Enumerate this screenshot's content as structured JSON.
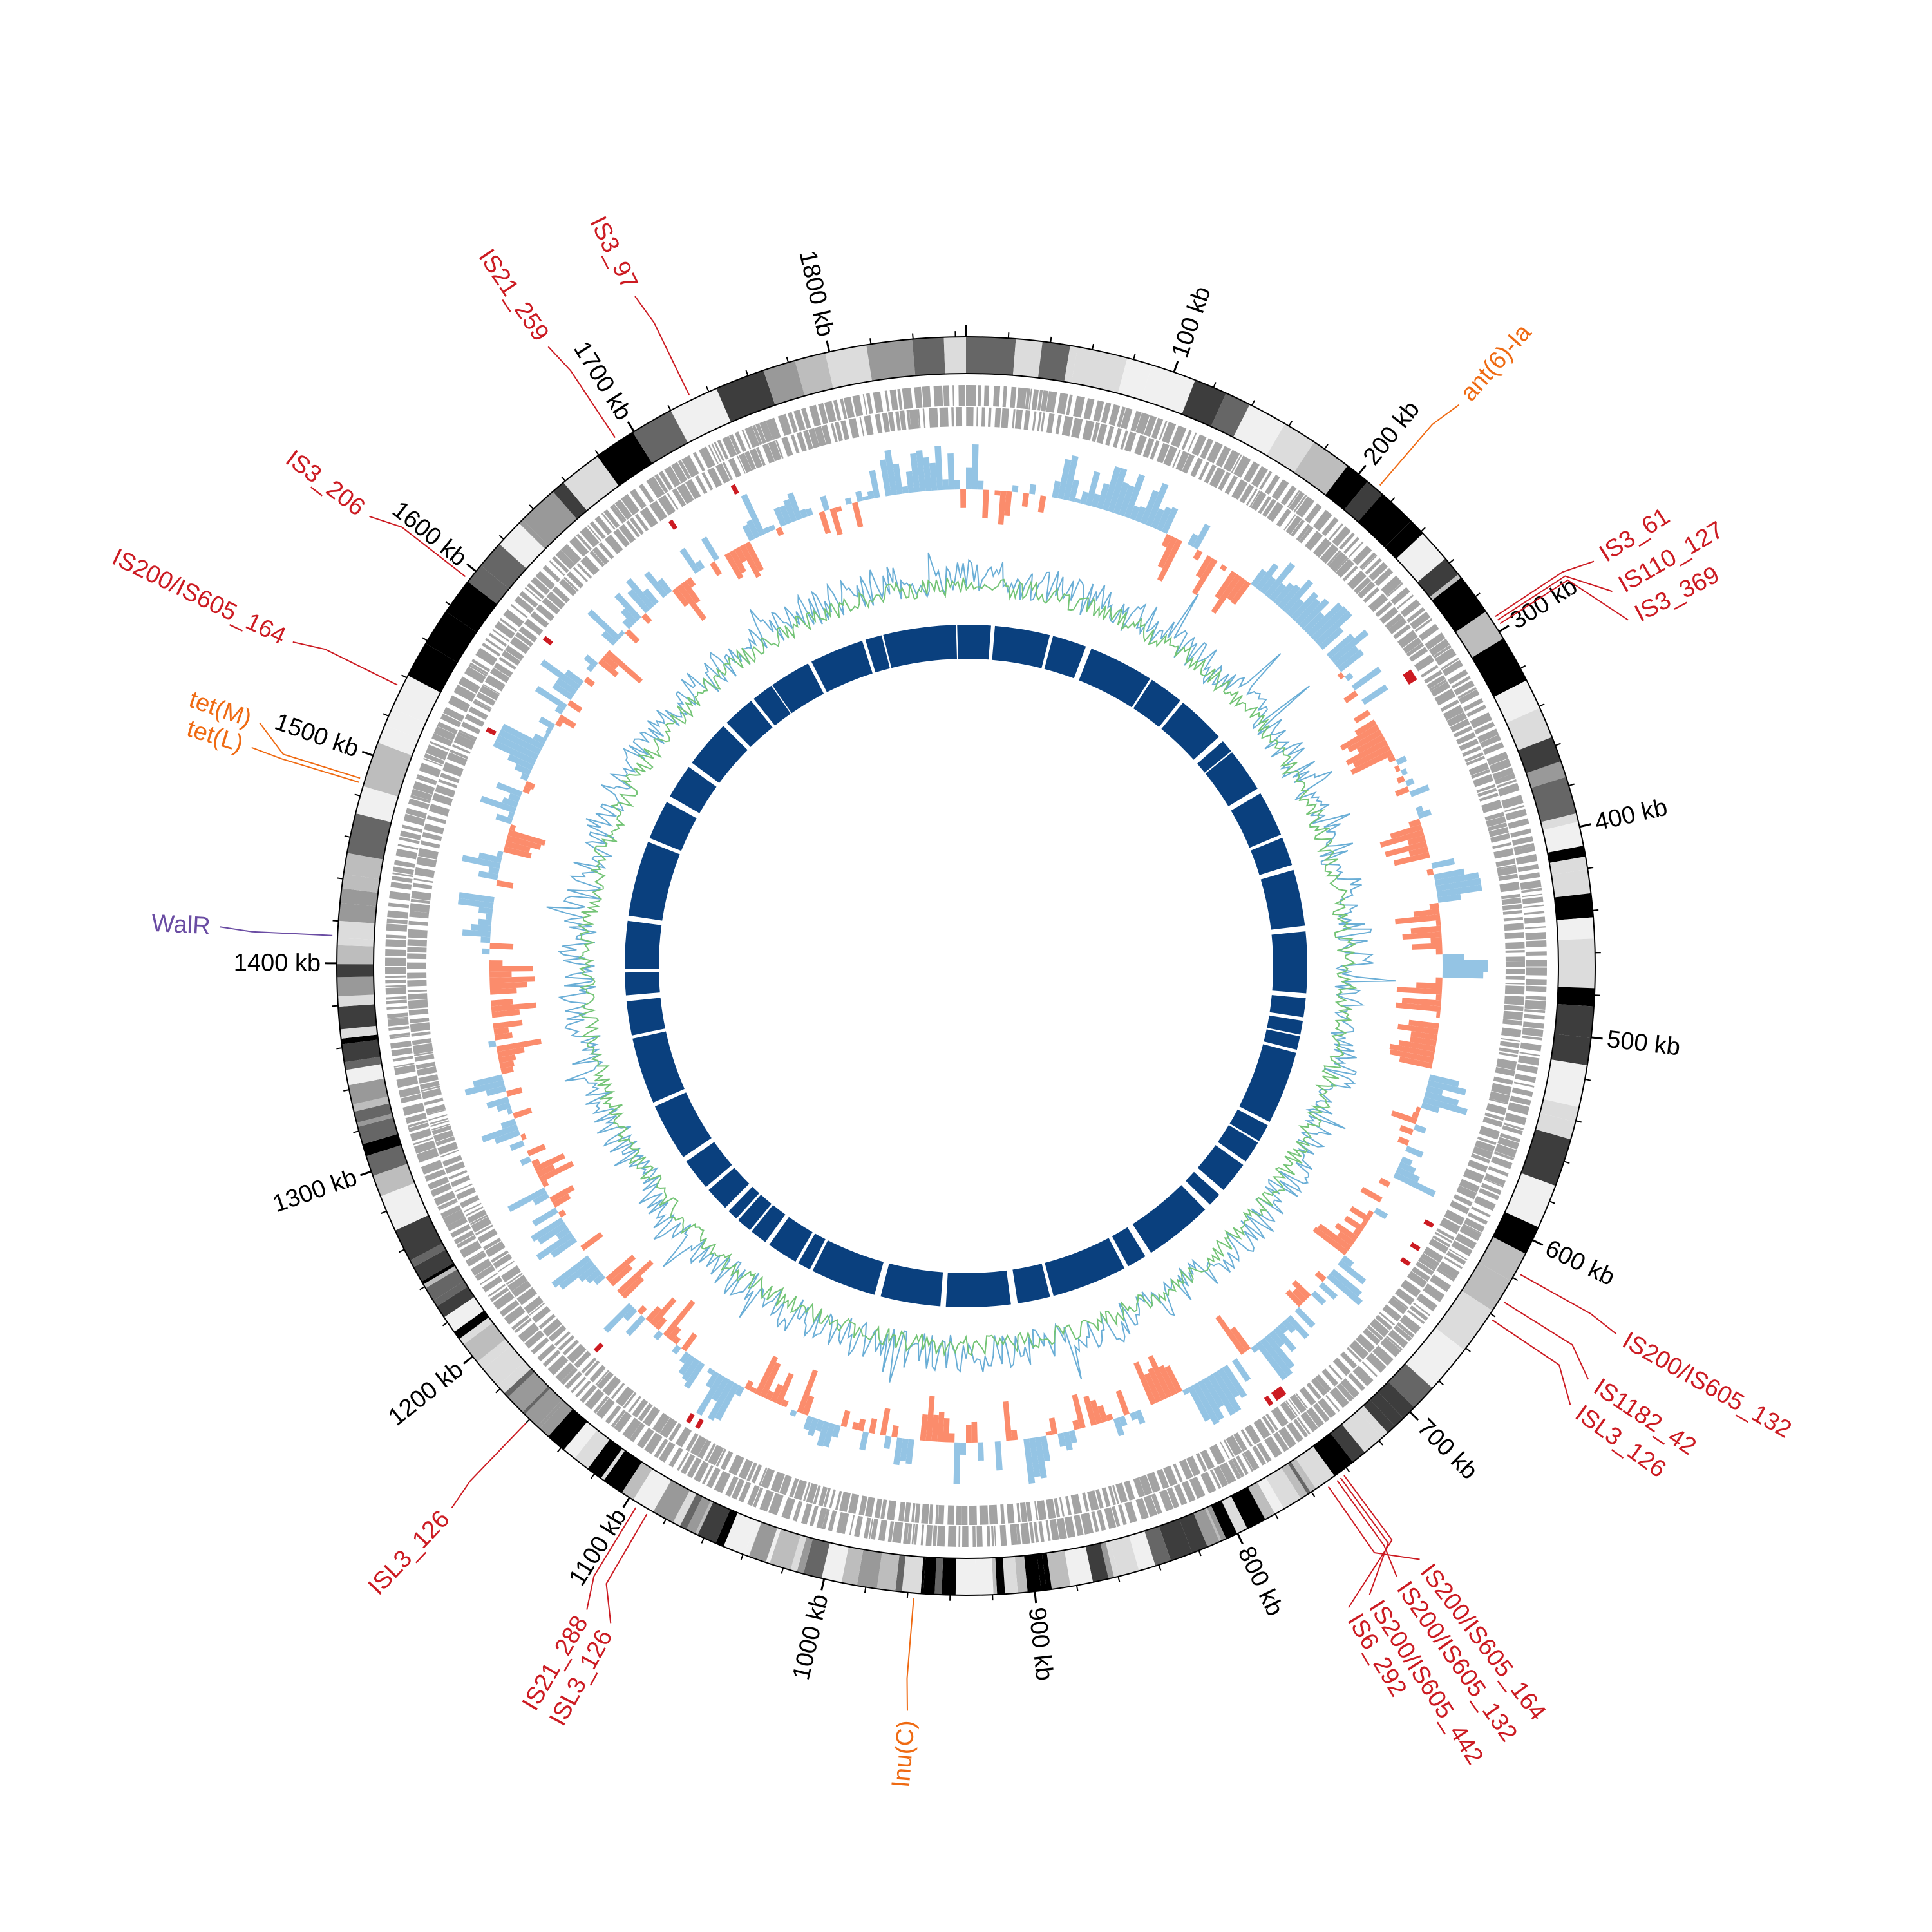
{
  "genome": {
    "length_kb": 1865,
    "tick_interval_kb": 100,
    "tick_labels": [
      "100 kb",
      "200 kb",
      "300 kb",
      "400 kb",
      "500 kb",
      "600 kb",
      "700 kb",
      "800 kb",
      "900 kb",
      "1000 kb",
      "1100 kb",
      "1200 kb",
      "1300 kb",
      "1400 kb",
      "1500 kb",
      "1600 kb",
      "1700 kb",
      "1800 kb"
    ]
  },
  "features": [
    {
      "name": "ant(6)-Ia",
      "kb": 211,
      "type": "resistance"
    },
    {
      "name": "IS3_61",
      "kb": 293,
      "type": "insertion_sequence"
    },
    {
      "name": "IS110_127",
      "kb": 295,
      "type": "insertion_sequence"
    },
    {
      "name": "IS3_369",
      "kb": 297,
      "type": "insertion_sequence"
    },
    {
      "name": "IS200/IS605_132",
      "kb": 617,
      "type": "insertion_sequence"
    },
    {
      "name": "IS1182_42",
      "kb": 632,
      "type": "insertion_sequence"
    },
    {
      "name": "ISL3_126",
      "kb": 642,
      "type": "insertion_sequence"
    },
    {
      "name": "IS200/IS605_164",
      "kb": 752,
      "type": "insertion_sequence"
    },
    {
      "name": "IS200/IS605_132",
      "kb": 747,
      "type": "insertion_sequence"
    },
    {
      "name": "IS200/IS605_442",
      "kb": 745,
      "type": "insertion_sequence"
    },
    {
      "name": "IS6_292",
      "kb": 743,
      "type": "insertion_sequence"
    },
    {
      "name": "lnu(C)",
      "kb": 957,
      "type": "resistance"
    },
    {
      "name": "ISL3_126",
      "kb": 1089,
      "type": "insertion_sequence"
    },
    {
      "name": "IS21_288",
      "kb": 1095,
      "type": "insertion_sequence"
    },
    {
      "name": "ISL3_126",
      "kb": 1160,
      "type": "insertion_sequence"
    },
    {
      "name": "WalR",
      "kb": 1413,
      "type": "virulence"
    },
    {
      "name": "tet(L)",
      "kb": 1486,
      "type": "resistance"
    },
    {
      "name": "tet(M)",
      "kb": 1488,
      "type": "resistance"
    },
    {
      "name": "IS200/IS605_164",
      "kb": 1535,
      "type": "insertion_sequence"
    },
    {
      "name": "IS3_206",
      "kb": 1595,
      "type": "insertion_sequence"
    },
    {
      "name": "IS21_259",
      "kb": 1691,
      "type": "insertion_sequence"
    },
    {
      "name": "IS3_97",
      "kb": 1731,
      "type": "insertion_sequence"
    }
  ],
  "colors": {
    "insertion_sequence": "#cc1b22",
    "resistance": "#ef6a12",
    "virulence": "#6a4ca3",
    "genes": "#a3a3a3",
    "hist_positive": "#94c4e4",
    "hist_negative": "#fb8c6c",
    "skew_blue": "#6aaed6",
    "skew_green": "#74c476",
    "inner_blocks": "#0a407e"
  }
}
